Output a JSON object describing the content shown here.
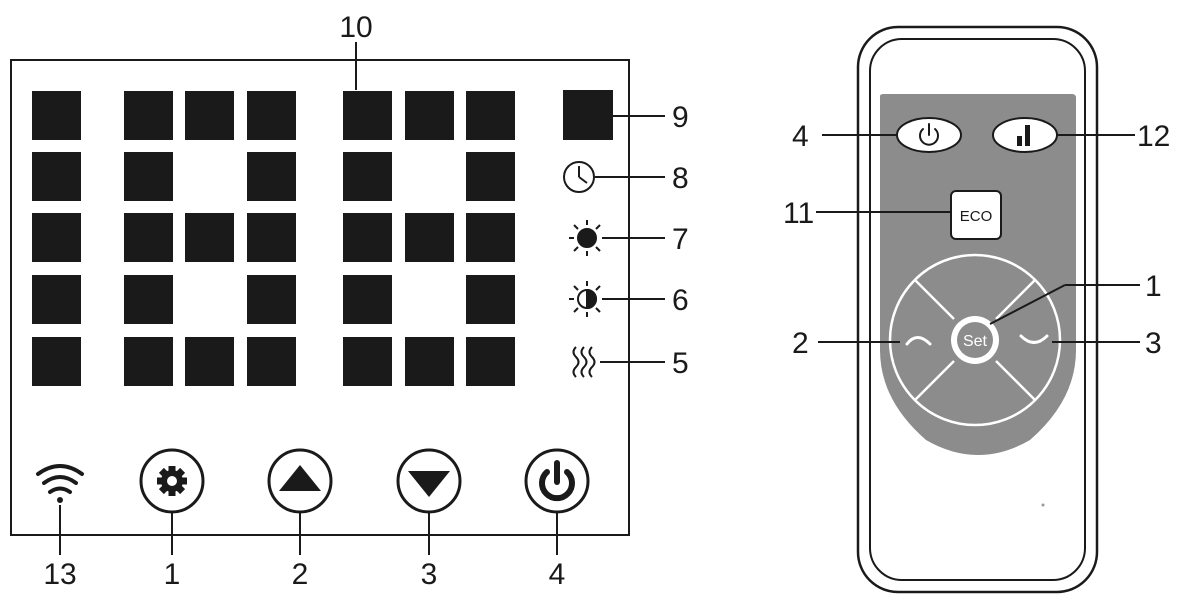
{
  "display_panel": {
    "top_label": "10",
    "indicators": [
      {
        "number": "9",
        "icon": "square-indicator"
      },
      {
        "number": "8",
        "icon": "clock-icon"
      },
      {
        "number": "7",
        "icon": "sun-full-icon"
      },
      {
        "number": "6",
        "icon": "sun-half-icon"
      },
      {
        "number": "5",
        "icon": "heat-waves-icon"
      }
    ],
    "buttons": [
      {
        "number": "13",
        "icon": "wifi-icon"
      },
      {
        "number": "1",
        "icon": "gear-icon"
      },
      {
        "number": "2",
        "icon": "triangle-up-icon"
      },
      {
        "number": "3",
        "icon": "triangle-down-icon"
      },
      {
        "number": "4",
        "icon": "power-icon"
      }
    ]
  },
  "remote": {
    "eco_label": "ECO",
    "set_label": "Set",
    "callouts": {
      "power": "4",
      "signal": "12",
      "eco": "11",
      "set": "1",
      "up": "2",
      "down": "3"
    }
  },
  "colors": {
    "ink": "#1a1a1a",
    "remote_panel": "#8c8c8c"
  }
}
